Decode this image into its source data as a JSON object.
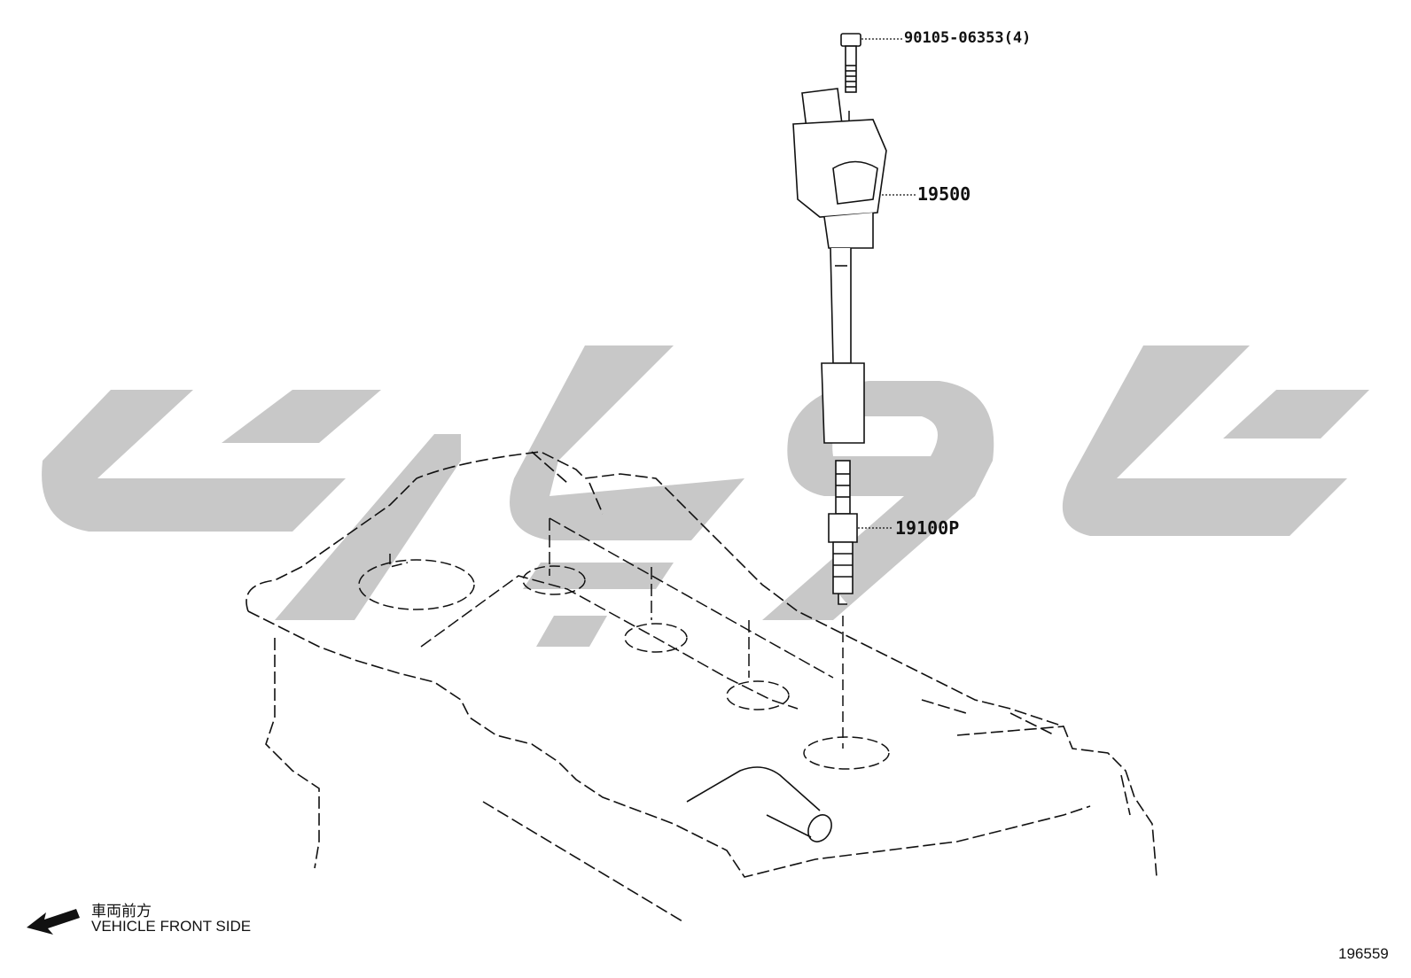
{
  "parts": [
    {
      "part_number": "90105-06353(4)"
    },
    {
      "part_number": "19500"
    },
    {
      "part_number": "19100P"
    }
  ],
  "direction": {
    "japanese": "車両前方",
    "english": "VEHICLE FRONT SIDE",
    "icon": "arrow-left-down-icon"
  },
  "figure_id": "196559",
  "colors": {
    "line": "#111111",
    "watermark": "#c8c8c8",
    "background": "#ffffff"
  }
}
